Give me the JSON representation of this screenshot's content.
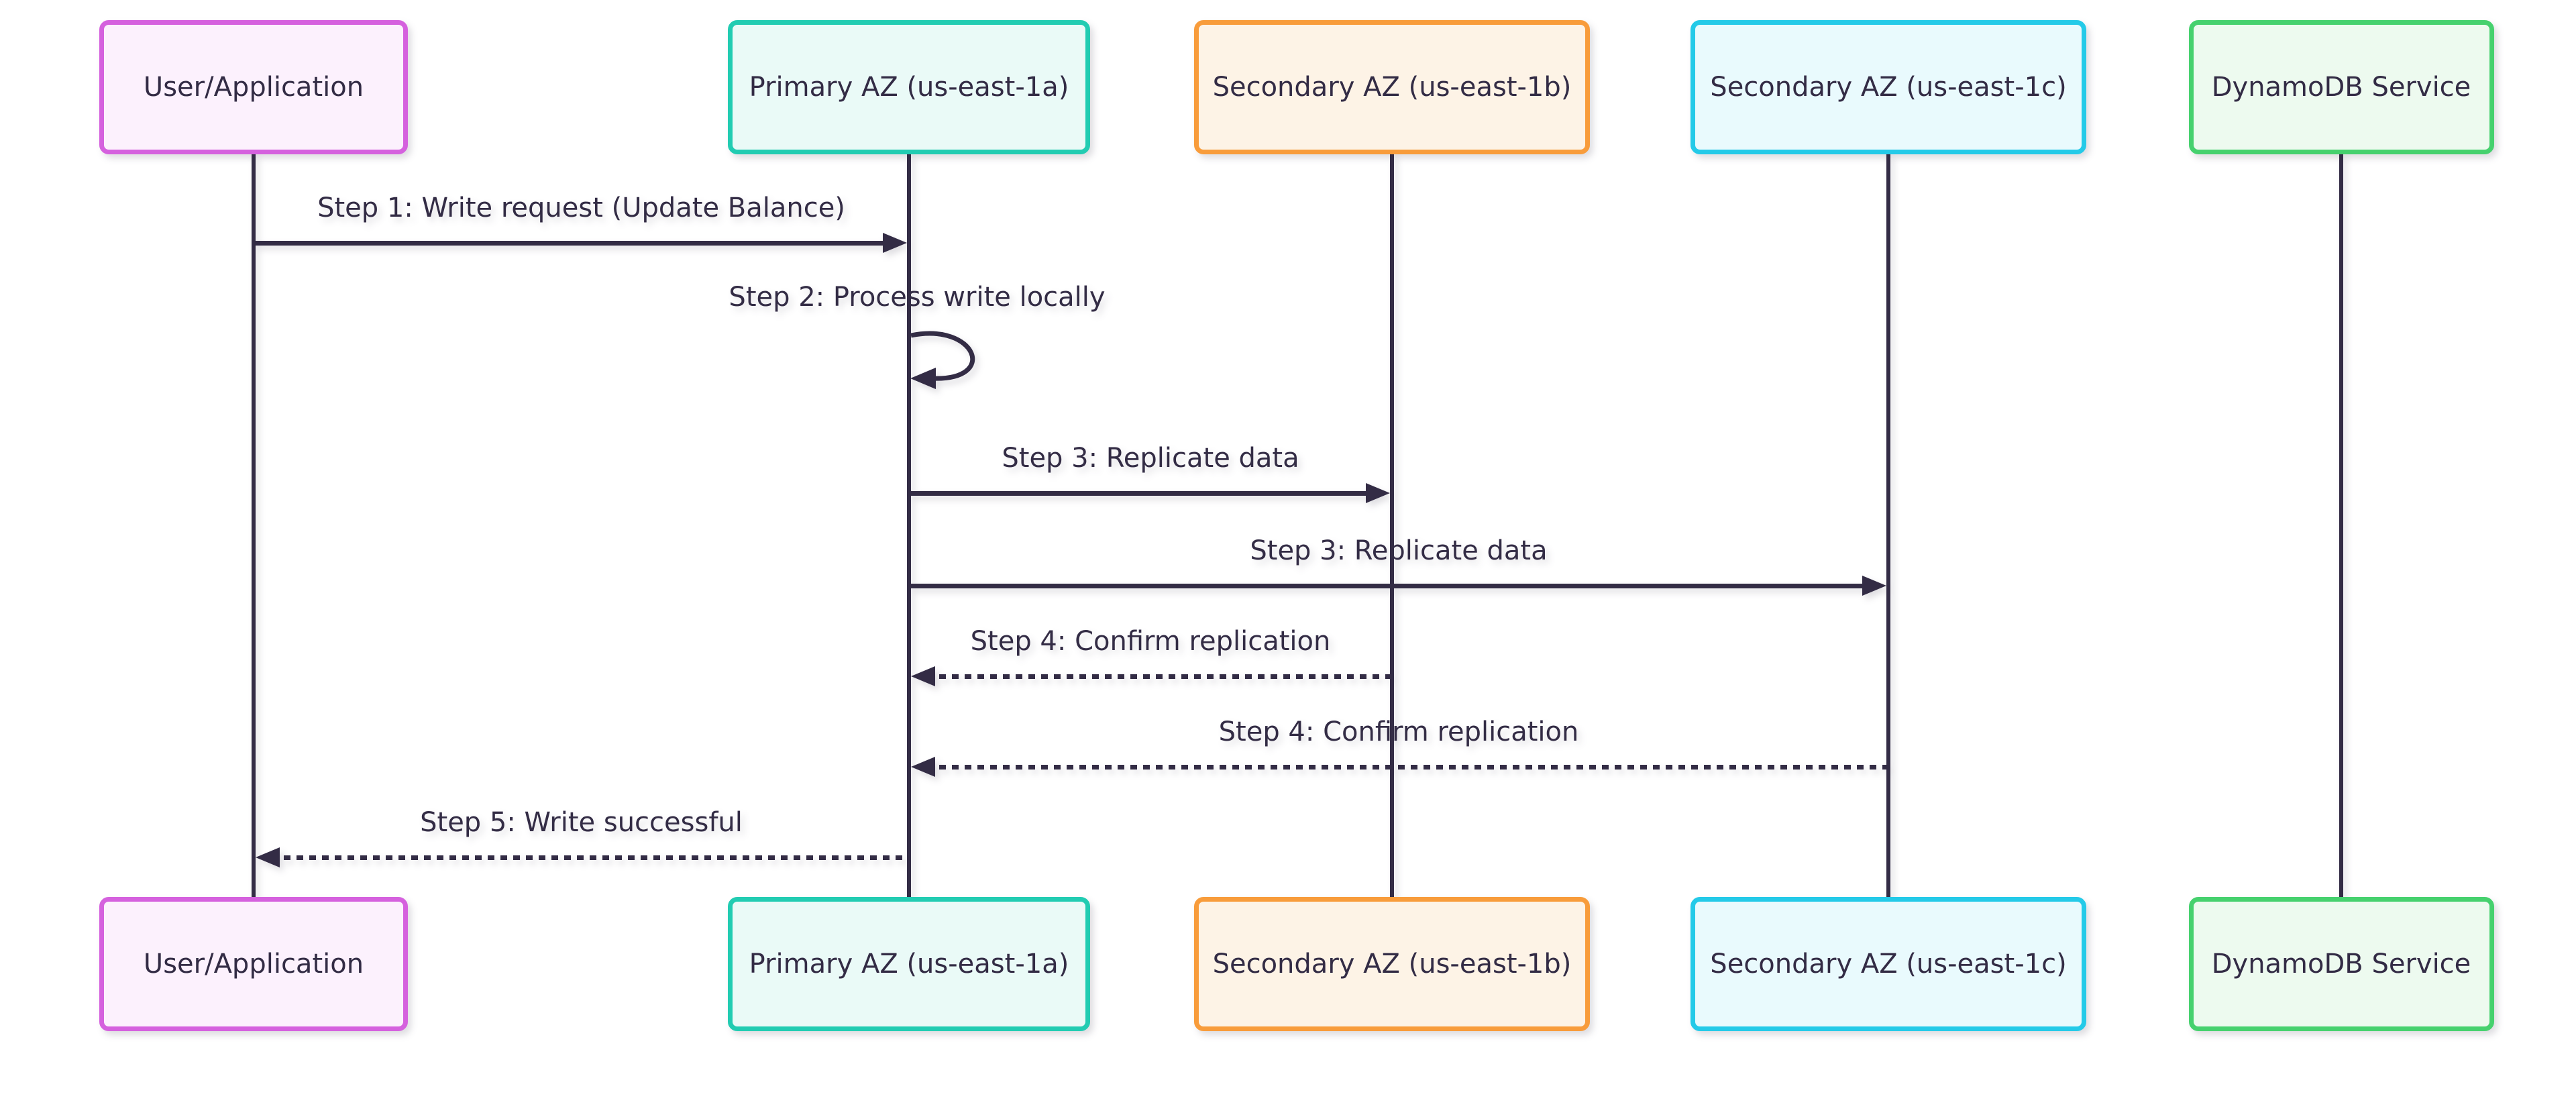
{
  "diagram": {
    "type": "sequence",
    "background_color": "#ffffff",
    "line_color": "#332c45",
    "text_color": "#332c45",
    "actors": [
      {
        "id": "user-application",
        "label": "User/Application",
        "border_color": "#d561de",
        "fill_color": "#fcf1fd"
      },
      {
        "id": "primary-az",
        "label": "Primary AZ (us-east-1a)",
        "border_color": "#22ccb2",
        "fill_color": "#eafaf7"
      },
      {
        "id": "secondary-az-1b",
        "label": "Secondary AZ (us-east-1b)",
        "border_color": "#f89c3b",
        "fill_color": "#fdf3e6"
      },
      {
        "id": "secondary-az-1c",
        "label": "Secondary AZ (us-east-1c)",
        "border_color": "#24cae8",
        "fill_color": "#e9fafd"
      },
      {
        "id": "dynamodb-service",
        "label": "DynamoDB Service",
        "border_color": "#46d16e",
        "fill_color": "#edfaef"
      }
    ],
    "messages": [
      {
        "label": "Step 1: Write request (Update Balance)",
        "from": "user-application",
        "to": "primary-az",
        "line": "solid"
      },
      {
        "label": "Step 2: Process write locally",
        "from": "primary-az",
        "to": "primary-az",
        "line": "self"
      },
      {
        "label": "Step 3: Replicate data",
        "from": "primary-az",
        "to": "secondary-az-1b",
        "line": "solid"
      },
      {
        "label": "Step 3: Replicate data",
        "from": "primary-az",
        "to": "secondary-az-1c",
        "line": "solid"
      },
      {
        "label": "Step 4: Confirm replication",
        "from": "secondary-az-1b",
        "to": "primary-az",
        "line": "dotted"
      },
      {
        "label": "Step 4: Confirm replication",
        "from": "secondary-az-1c",
        "to": "primary-az",
        "line": "dotted"
      },
      {
        "label": "Step 5: Write successful",
        "from": "primary-az",
        "to": "user-application",
        "line": "dotted"
      }
    ]
  }
}
